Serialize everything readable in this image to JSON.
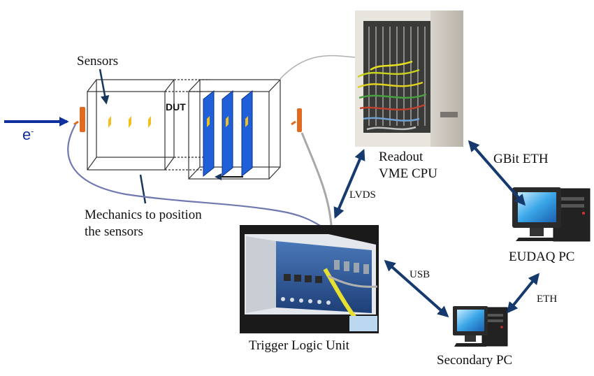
{
  "beam": {
    "label": "e",
    "superscript": "-"
  },
  "labels": {
    "sensors": "Sensors",
    "dut": "DUT",
    "mechanics": "Mechanics to position\nthe sensors",
    "readout": "Readout\nVME CPU",
    "gbit_eth": "GBit ETH",
    "lvds": "LVDS",
    "usb": "USB",
    "eth": "ETH",
    "eudaq_pc": "EUDAQ PC",
    "trigger_logic_unit": "Trigger Logic Unit",
    "secondary_pc": "Secondary PC"
  },
  "colors": {
    "beam_arrow": "#1030a0",
    "connection_arrow": "#163a6e",
    "sensor_plane": "#f0c020",
    "dut_board": "#1f5fd8",
    "scintillator": "#e06a20",
    "cable": "#7078b0"
  },
  "icons": {
    "pc": "desktop-computer-icon",
    "crate": "vme-crate-photo",
    "tlu": "trigger-logic-unit-photo"
  }
}
